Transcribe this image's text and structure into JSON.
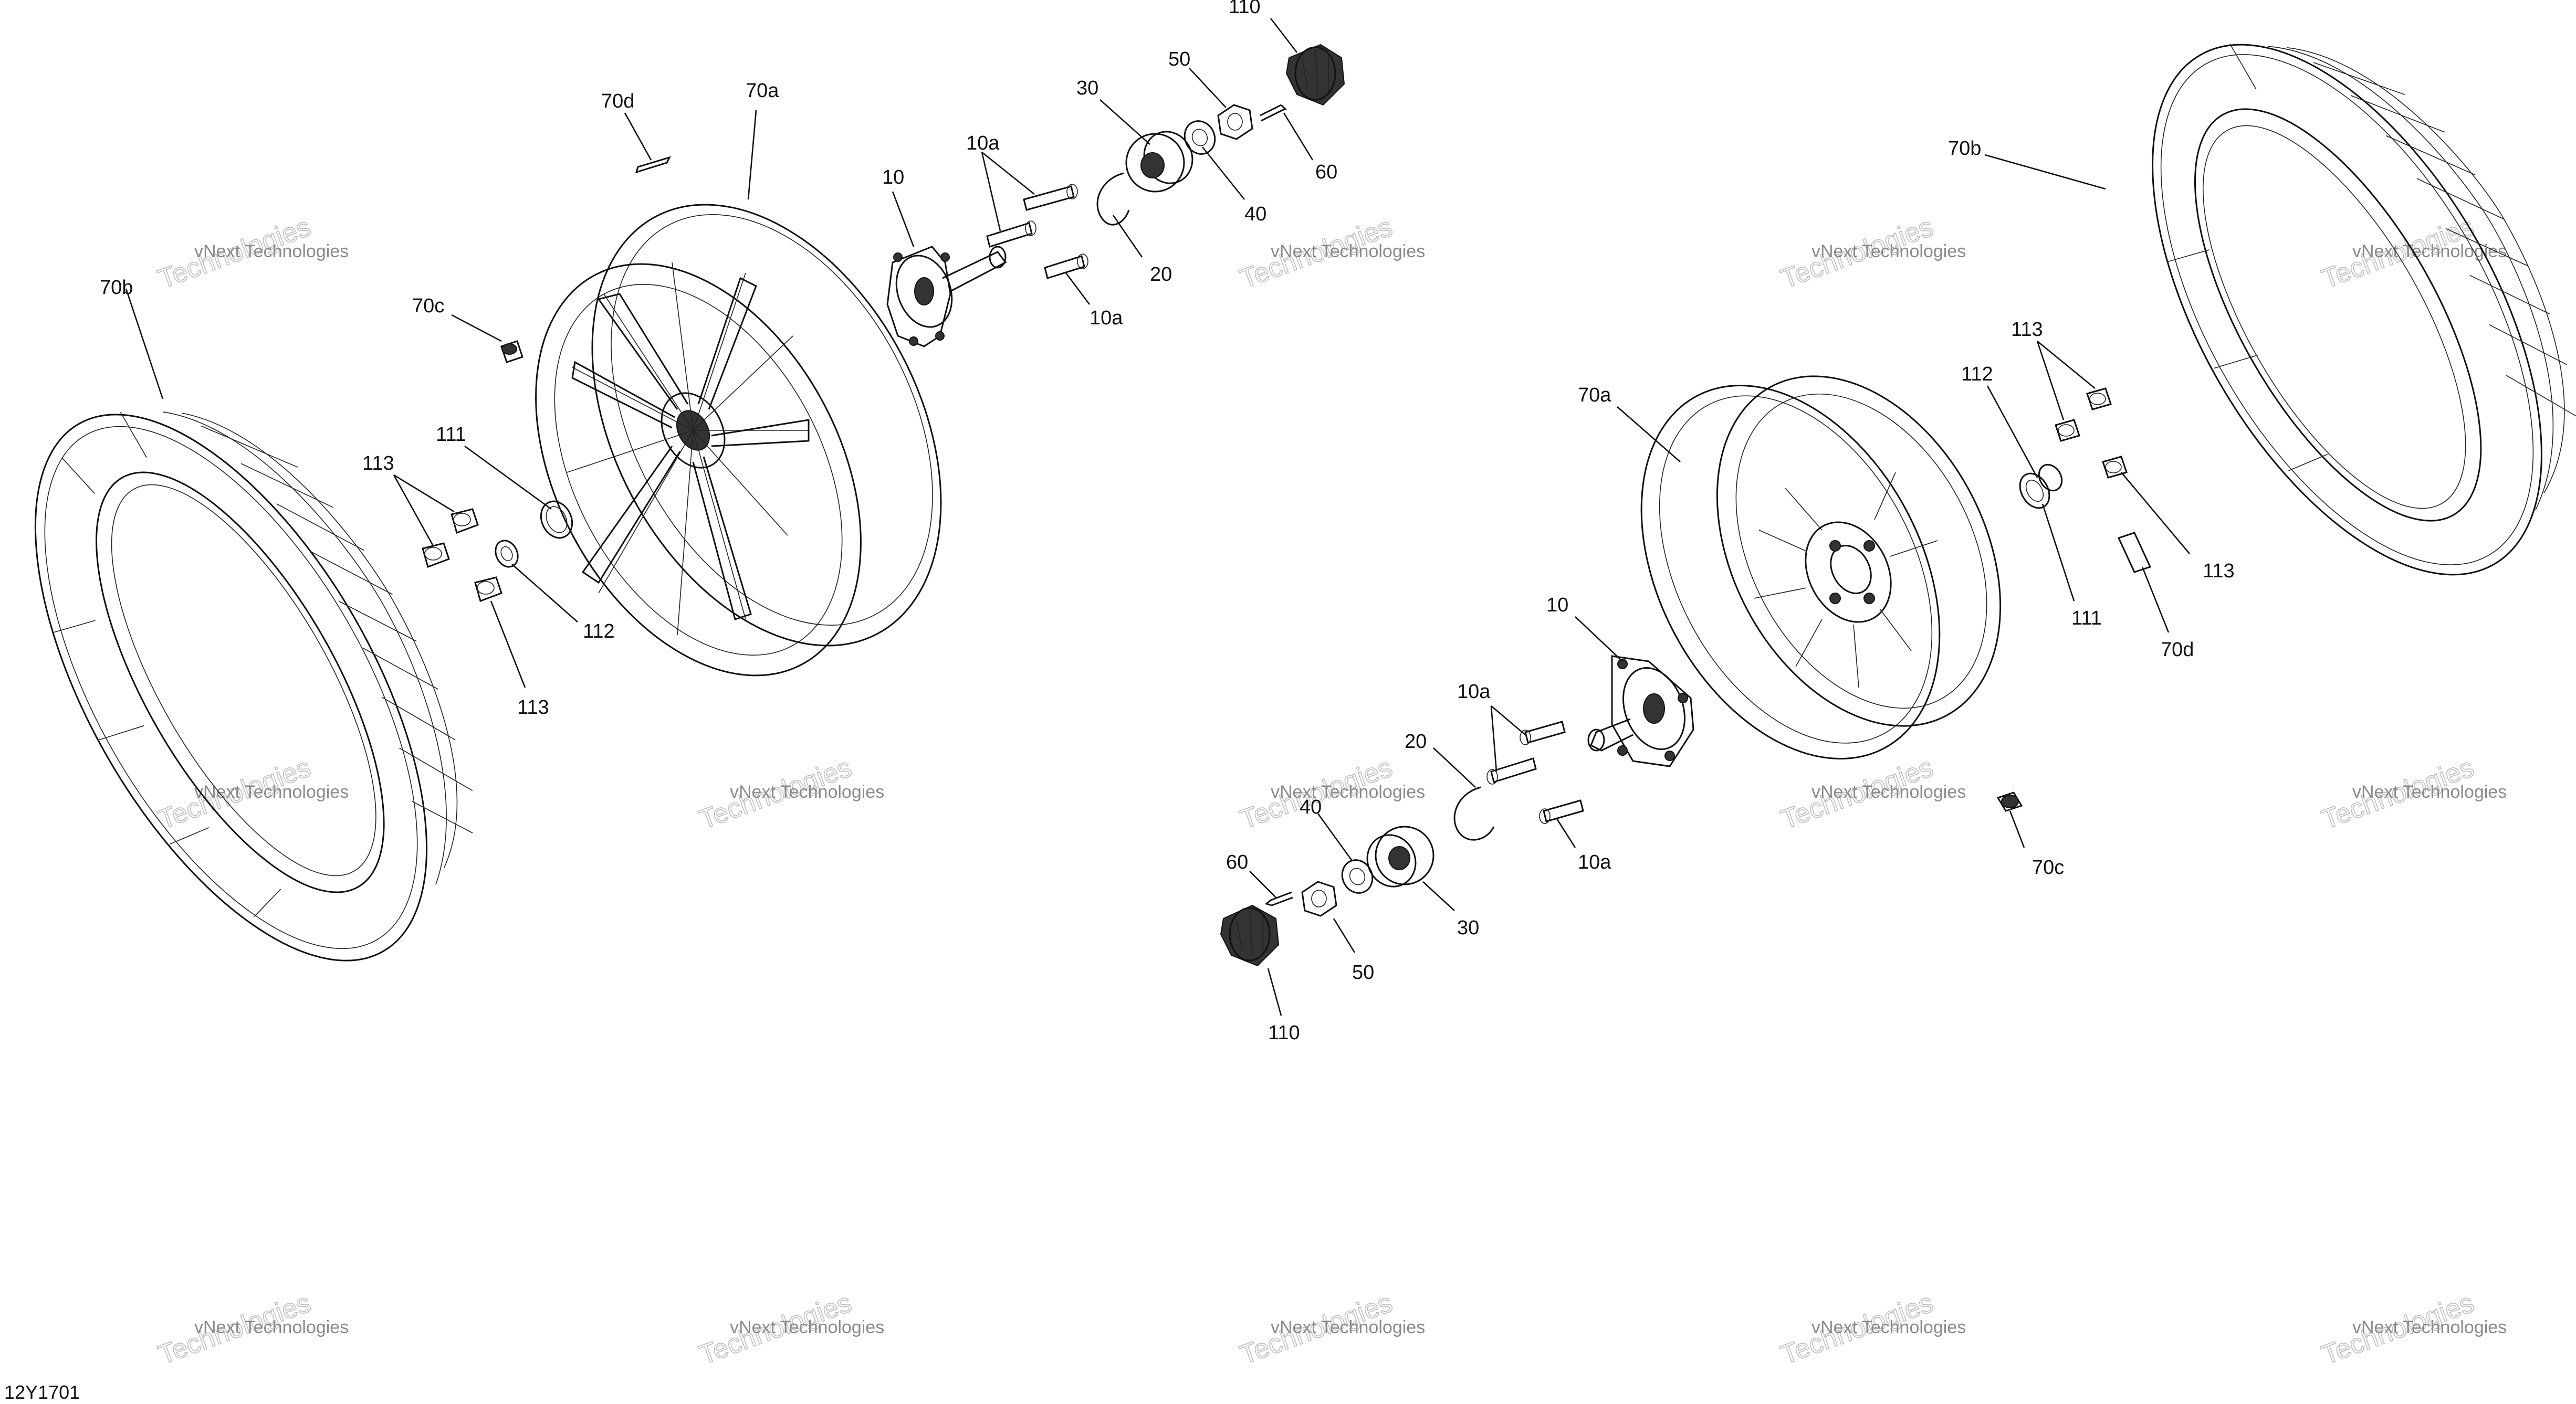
{
  "labels": {
    "left": {
      "l_70d": "70d",
      "l_70a": "70a",
      "l_110": "110",
      "l_50": "50",
      "l_30": "30",
      "l_10a_top": "10a",
      "l_10": "10",
      "l_60": "60",
      "l_40": "40",
      "l_20": "20",
      "l_10a_bottom": "10a",
      "l_70b": "70b",
      "l_70c": "70c",
      "l_111": "111",
      "l_113_top": "113",
      "l_112": "112",
      "l_113_bottom": "113"
    },
    "right": {
      "l_70b": "70b",
      "l_70a": "70a",
      "l_113_top": "113",
      "l_112": "112",
      "l_113_right": "113",
      "l_111": "111",
      "l_70d": "70d",
      "l_10": "10",
      "l_10a_top": "10a",
      "l_20": "20",
      "l_40": "40",
      "l_60": "60",
      "l_30": "30",
      "l_50": "50",
      "l_110": "110",
      "l_10a_bottom": "10a",
      "l_70c": "70c"
    }
  },
  "watermark": {
    "line1": "vNext Technologies",
    "line2": "Technologies"
  },
  "figure_ref": "12Y1701"
}
